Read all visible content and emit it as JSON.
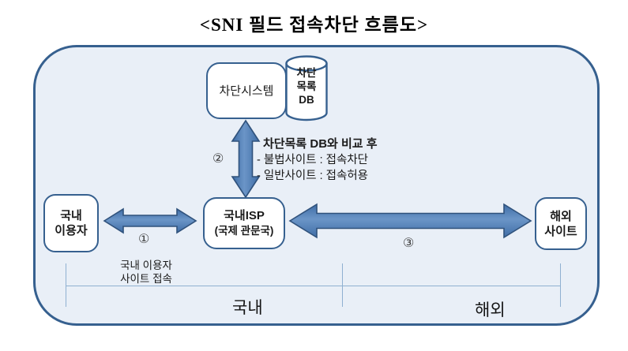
{
  "title": "<SNI 필드 접속차단 흐름도>",
  "nodes": {
    "blocking_system": {
      "label": "차단시스템"
    },
    "block_list_db": {
      "line1": "차단",
      "line2": "목록",
      "line3": "DB"
    },
    "domestic_user": {
      "line1": "국내",
      "line2": "이용자"
    },
    "domestic_isp": {
      "line1": "국내ISP",
      "line2": "(국제 관문국)"
    },
    "overseas_site": {
      "line1": "해외",
      "line2": "사이트"
    }
  },
  "steps": {
    "step1": "①",
    "step2": "②",
    "step3": "③"
  },
  "annotations": {
    "comparison_title": "차단목록 DB와 비교 후",
    "comparison_item1": "- 불법사이트 : 접속차단",
    "comparison_item2": "- 일반사이트 : 접속허용",
    "access_note_line1": "국내 이용자",
    "access_note_line2": "사이트 접속"
  },
  "regions": {
    "domestic": "국내",
    "overseas": "해외"
  },
  "colors": {
    "container_fill": "#e9eff7",
    "outline_blue": "#36608f",
    "arrow_fill": "#4f81bd",
    "guide_line": "#8fb0d1"
  }
}
